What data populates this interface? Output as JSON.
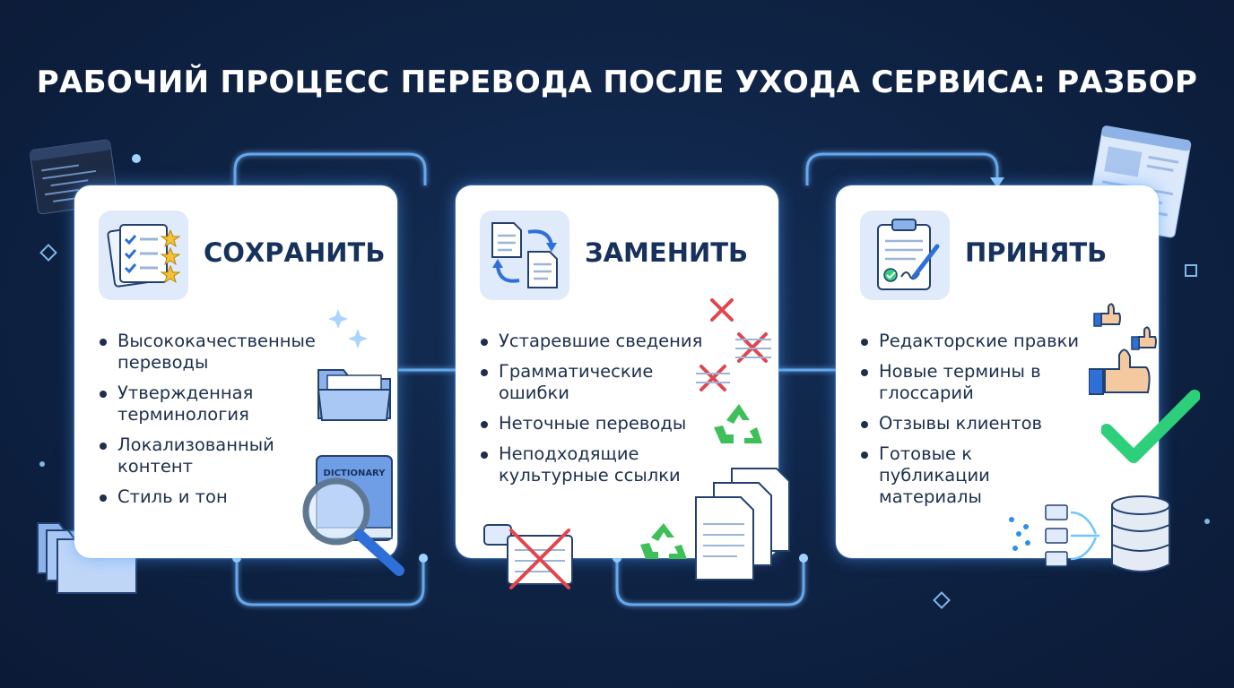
{
  "title": "РАБОЧИЙ ПРОЦЕСС ПЕРЕВОДА ПОСЛЕ УХОДА СЕРВИСА: РАЗБОР",
  "colors": {
    "background": "#0f2446",
    "card": "#ffffff",
    "heading": "#16325c",
    "connector": "#6fb7ff",
    "reject": "#e0464e",
    "recycle": "#3fbf5a",
    "check": "#2ecf7a"
  },
  "cards": [
    {
      "title": "СОХРАНИТЬ",
      "icon": "checklist-stars-icon",
      "bullets": [
        "Высококачественные переводы",
        "Утвержденная терминология",
        "Локализованный контент",
        "Стиль и тон"
      ],
      "decor": [
        "folder-icon",
        "dictionary-book-icon",
        "magnifier-icon"
      ],
      "dictionary_label": "DICTIONARY"
    },
    {
      "title": "ЗАМЕНИТЬ",
      "icon": "document-swap-icon",
      "bullets": [
        "Устаревшие сведения",
        "Грамматические ошибки",
        "Неточные переводы",
        "Неподходящие культурные ссылки"
      ],
      "decor": [
        "reject-x-icon",
        "recycle-icon",
        "document-stack-icon"
      ]
    },
    {
      "title": "ПРИНЯТЬ",
      "icon": "approved-clipboard-icon",
      "bullets": [
        "Редакторские правки",
        "Новые термины в глоссарий",
        "Отзывы клиентов",
        "Готовые к публикации материалы"
      ],
      "decor": [
        "thumbs-up-icon",
        "checkmark-icon",
        "database-icon"
      ]
    }
  ]
}
